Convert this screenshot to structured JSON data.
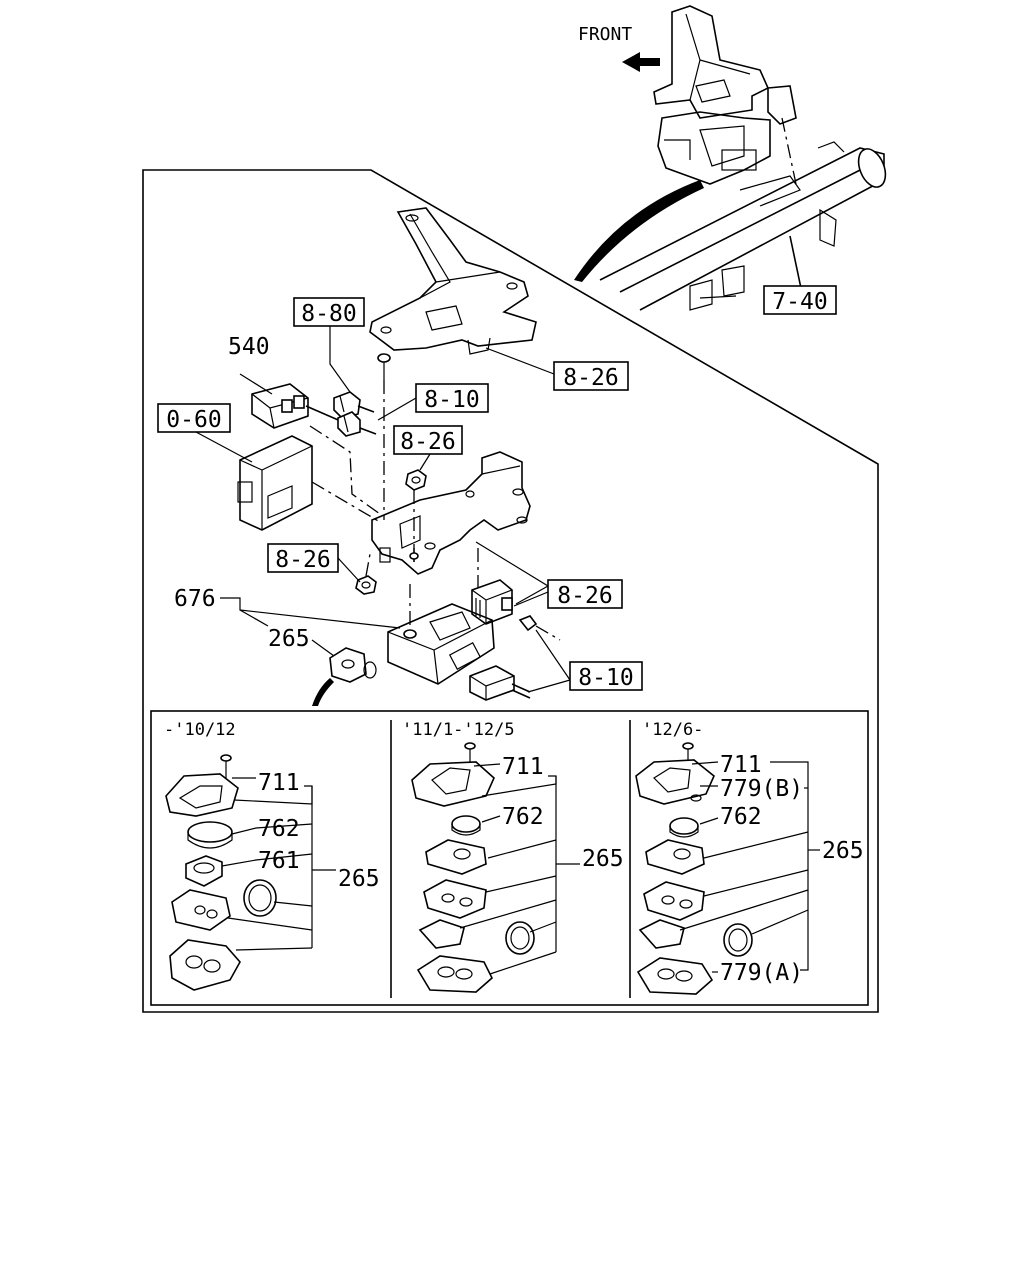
{
  "orientation": {
    "front_label": "FRONT"
  },
  "callouts": {
    "ref_7_40": "7-40",
    "ref_8_80": "8-80",
    "ref_8_26_top": "8-26",
    "ref_8_10_top": "8-10",
    "ref_8_26_nut": "8-26",
    "ref_0_60": "0-60",
    "ref_8_26_left": "8-26",
    "ref_8_26_right": "8-26",
    "ref_8_10_bottom": "8-10",
    "part_540": "540",
    "part_676": "676",
    "part_265": "265"
  },
  "variants": [
    {
      "period": "-'10/12",
      "labels": {
        "p711": "711",
        "p762": "762",
        "p761": "761",
        "group": "265"
      }
    },
    {
      "period": "'11/1-'12/5",
      "labels": {
        "p711": "711",
        "p762": "762",
        "group": "265"
      }
    },
    {
      "period": "'12/6-",
      "labels": {
        "p711": "711",
        "p779b": "779(B)",
        "p762": "762",
        "p779a": "779(A)",
        "group": "265"
      }
    }
  ]
}
